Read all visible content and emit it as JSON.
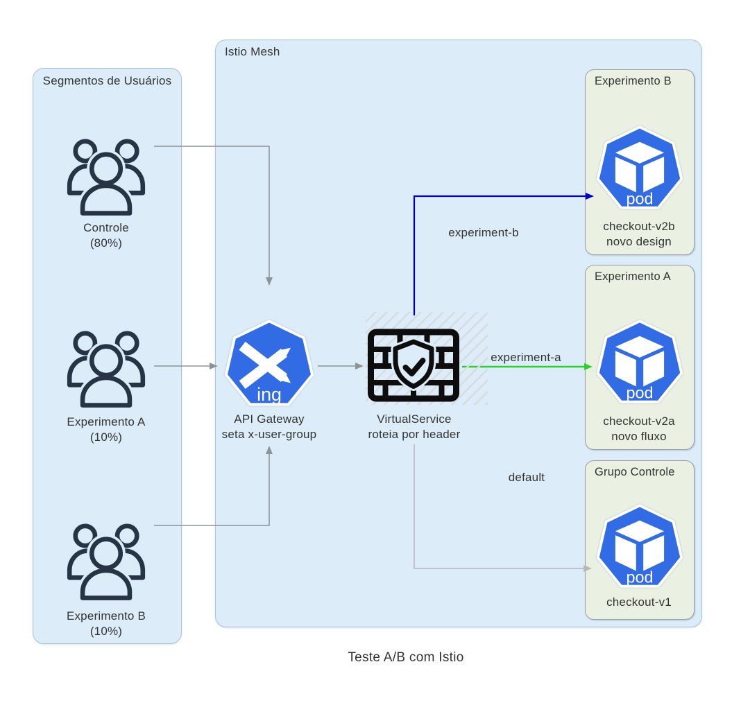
{
  "diagram": {
    "caption": "Teste A/B com Istio",
    "colors": {
      "panel_blue": "#dcedf9",
      "panel_green": "#eaf0e2",
      "kubernetes_blue": "#326ce5",
      "icon_dark": "#263445",
      "connector_gray": "#8c9499",
      "route_experiment_b": "#0000cd",
      "route_experiment_a": "#2bd02b",
      "route_default": "#b4b8ba"
    },
    "segments": {
      "title": "Segmentos de Usuários",
      "groups": [
        {
          "label": "Controle",
          "sublabel": "(80%)"
        },
        {
          "label": "Experimento A",
          "sublabel": "(10%)"
        },
        {
          "label": "Experimento B",
          "sublabel": "(10%)"
        }
      ]
    },
    "istio": {
      "title": "Istio Mesh",
      "gateway": {
        "icon_text": "ing",
        "label": "API Gateway",
        "sublabel": "seta x-user-group"
      },
      "virtual_service": {
        "label": "VirtualService",
        "sublabel": "roteia por header"
      },
      "targets": [
        {
          "title": "Experimento B",
          "icon_text": "pod",
          "label": "checkout-v2b",
          "sublabel": "novo design"
        },
        {
          "title": "Experimento A",
          "icon_text": "pod",
          "label": "checkout-v2a",
          "sublabel": "novo fluxo"
        },
        {
          "title": "Grupo Controle",
          "icon_text": "pod",
          "label": "checkout-v1",
          "sublabel": ""
        }
      ],
      "routes": [
        {
          "label": "experiment-b"
        },
        {
          "label": "experiment-a"
        },
        {
          "label": "default"
        }
      ]
    }
  }
}
